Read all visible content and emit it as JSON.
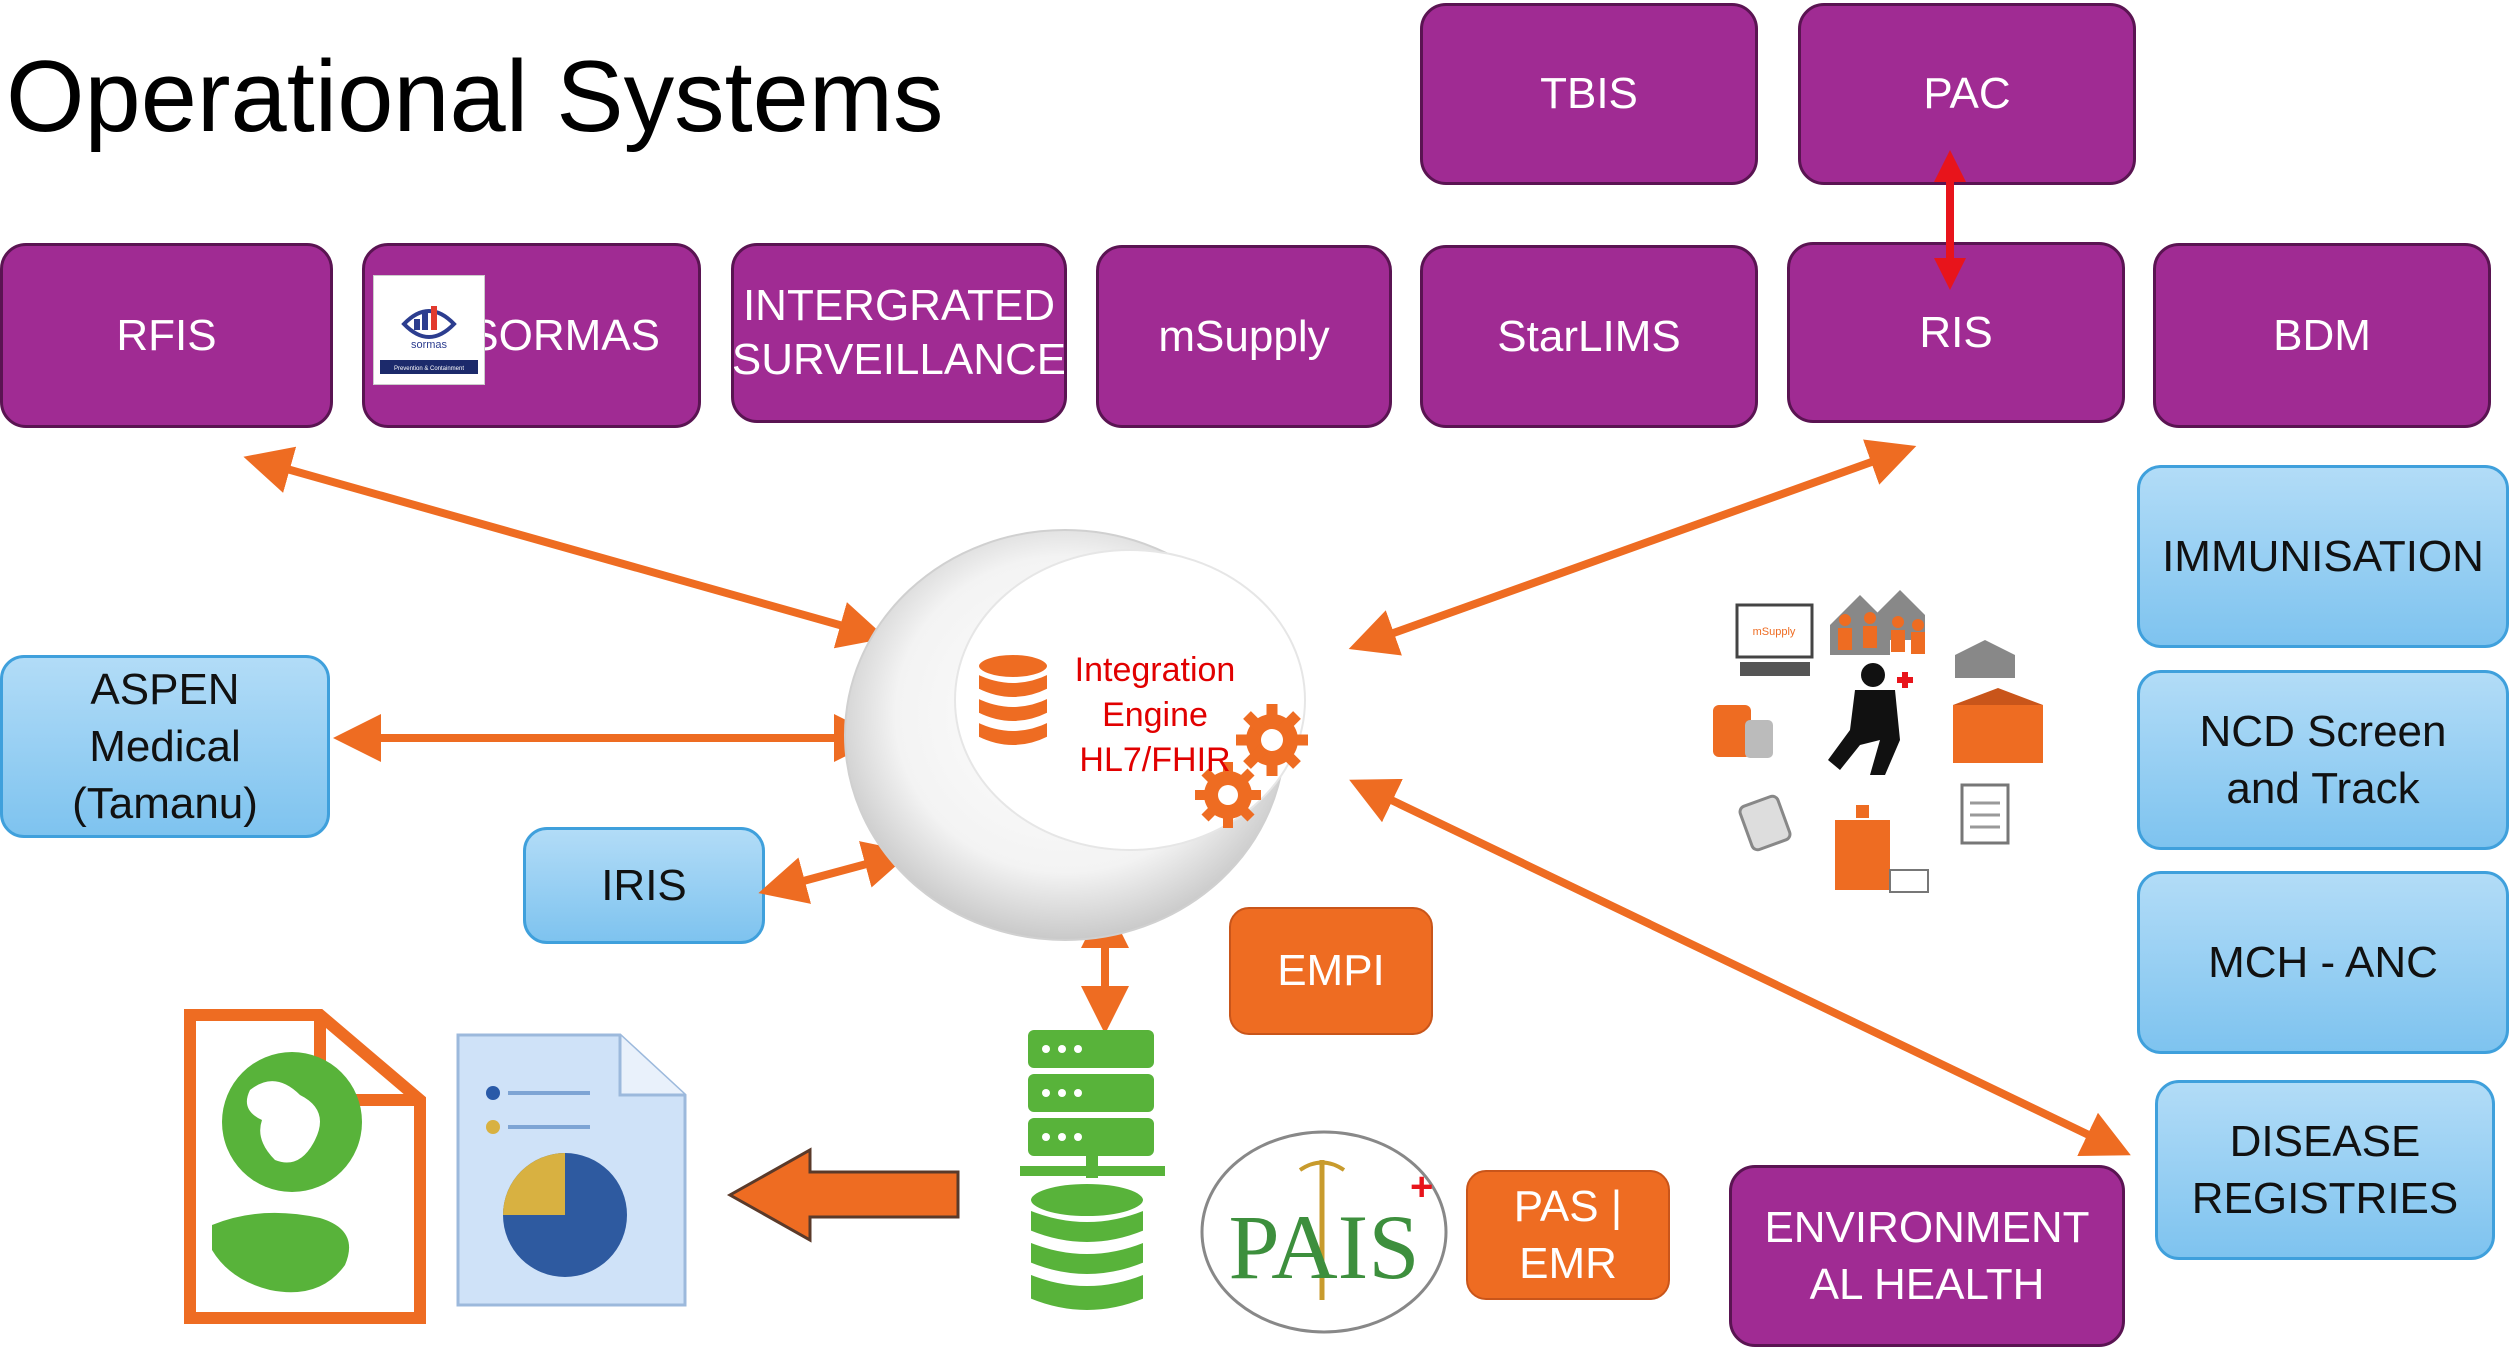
{
  "title": "Operational Systems",
  "top_row": {
    "tbis": "TBIS",
    "pac": "PAC"
  },
  "system_row": {
    "rfis": "RFIS",
    "sormas": "SORMAS",
    "integrated_surveillance": "INTERGRATED SURVEILLANCE",
    "msupply": "mSupply",
    "starlims": "StarLIMS",
    "ris": "RIS",
    "bdm": "BDM"
  },
  "left": {
    "aspen": "ASPEN Medical (Tamanu)",
    "iris": "IRIS"
  },
  "right": {
    "immunisation": "IMMUNISATION",
    "ncd": "NCD Screen and Track",
    "mch": "MCH - ANC",
    "disease_registries": "DISEASE REGISTRIES",
    "environmental_health": "ENVIRONMENTAL HEALTH"
  },
  "bottom": {
    "empi": "EMPI",
    "pas_emr": "PAS | EMR"
  },
  "engine": {
    "line1": "Integration",
    "line2": "Engine",
    "line3": "HL7/FHIR"
  },
  "logos": {
    "sormas_text": "sormas",
    "sormas_tagline": "Prevention & Containment",
    "pais_text": "PAIS",
    "msupply_text": "mSupply"
  },
  "colors": {
    "purple": "#A02B93",
    "blue": "#8FCBF1",
    "orange": "#EE6C22",
    "green": "#58B33A",
    "red_arrow": "#E8141B"
  },
  "icons": [
    "database-icon",
    "gear-icon",
    "server-icon",
    "world-map-icon",
    "report-pie-icon",
    "health-services-icon"
  ]
}
